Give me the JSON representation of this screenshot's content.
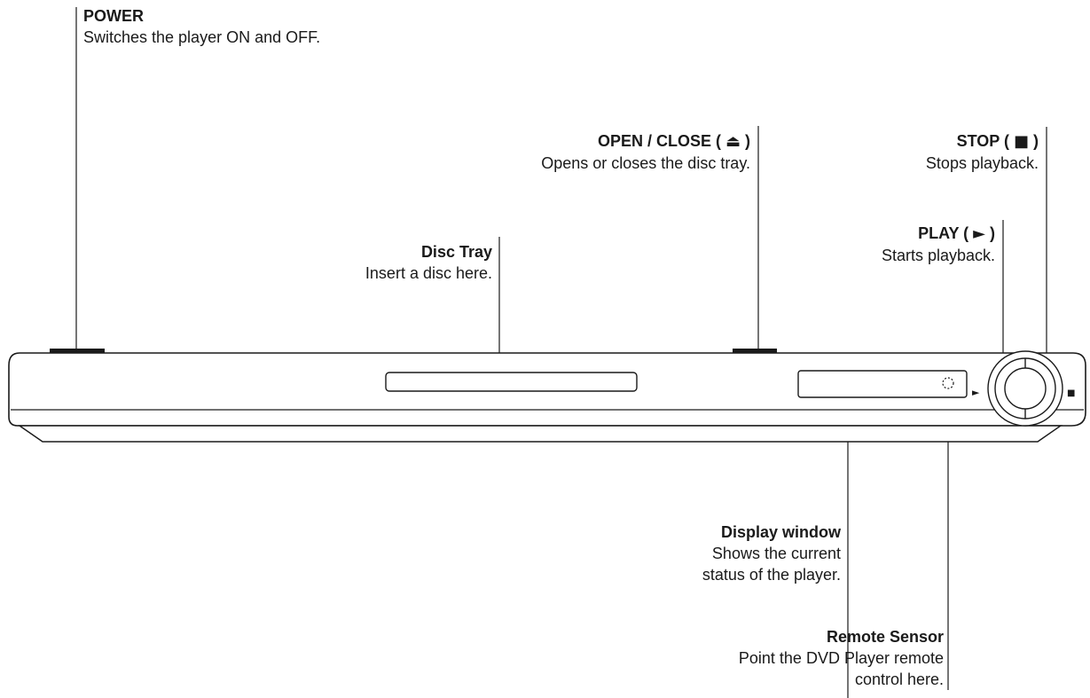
{
  "callouts": {
    "power": {
      "title": "POWER",
      "desc": [
        "Switches the player ON and OFF."
      ]
    },
    "open_close": {
      "title_prefix": "OPEN / CLOSE ( ",
      "title_symbol": "⏏",
      "title_suffix": " )",
      "desc": [
        "Opens or closes the disc tray."
      ]
    },
    "stop": {
      "title_prefix": "STOP ( ",
      "title_symbol": "■",
      "title_suffix": " )",
      "desc": [
        "Stops playback."
      ]
    },
    "play": {
      "title_prefix": "PLAY ( ",
      "title_symbol": "►",
      "title_suffix": " )",
      "desc": [
        "Starts playback."
      ]
    },
    "disc_tray": {
      "title": "Disc Tray",
      "desc": [
        "Insert a disc here."
      ]
    },
    "display_window": {
      "title": "Display window",
      "desc": [
        "Shows the current",
        "status of the player."
      ]
    },
    "remote_sensor": {
      "title": "Remote Sensor",
      "desc": [
        "Point the DVD Player remote",
        "control here."
      ]
    }
  },
  "panel_symbols": {
    "play": "►",
    "stop": "■"
  },
  "colors": {
    "line": "#1a1a1a",
    "panel_fill": "#ffffff"
  }
}
